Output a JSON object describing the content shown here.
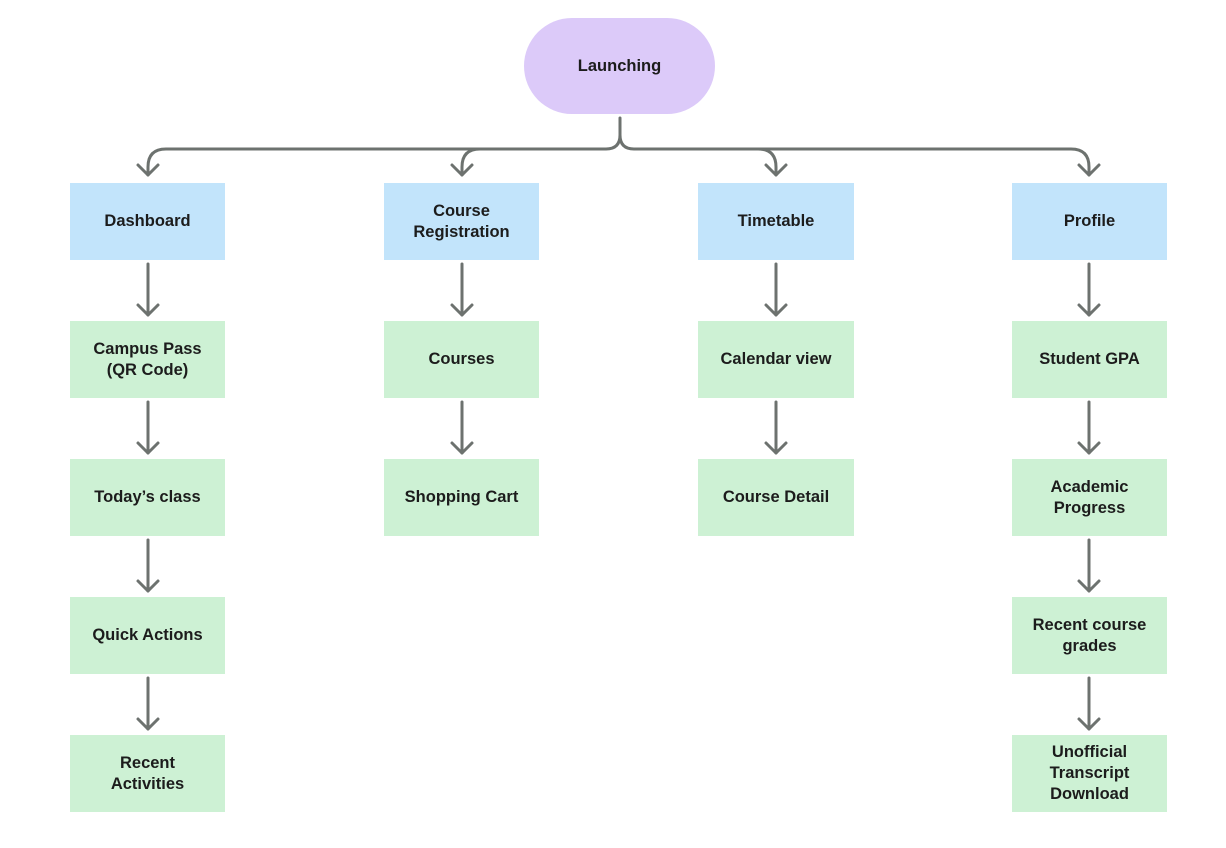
{
  "root": {
    "label": "Launching"
  },
  "columns": [
    {
      "section": "Dashboard",
      "items": [
        "Campus Pass\n(QR Code)",
        "Today’s class",
        "Quick Actions",
        "Recent\nActivities"
      ]
    },
    {
      "section": "Course\nRegistration",
      "items": [
        "Courses",
        "Shopping Cart"
      ]
    },
    {
      "section": "Timetable",
      "items": [
        "Calendar view",
        "Course Detail"
      ]
    },
    {
      "section": "Profile",
      "items": [
        "Student GPA",
        "Academic\nProgress",
        "Recent course\ngrades",
        "Unofficial\nTranscript\nDownload"
      ]
    }
  ],
  "colors": {
    "root": "#dccaf9",
    "section": "#c2e4fb",
    "item": "#cdf1d4",
    "connector": "#6d726f"
  }
}
